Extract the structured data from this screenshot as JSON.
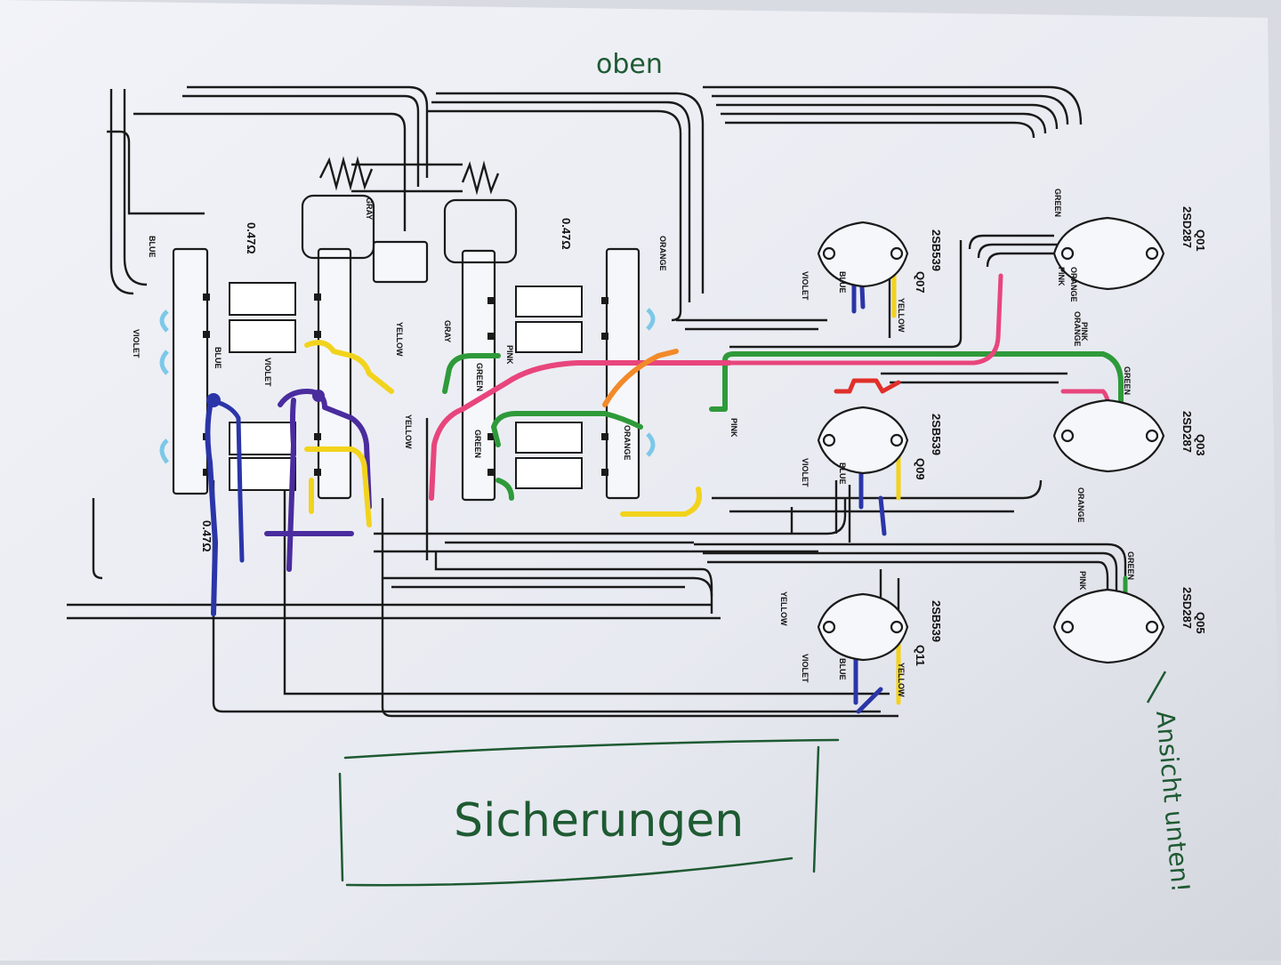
{
  "annotations": {
    "top": "oben",
    "bottom_box": "Sicherungen",
    "side_note": "Ansicht unten!"
  },
  "transistors": [
    {
      "id": "Q01",
      "part": "2SD287"
    },
    {
      "id": "Q03",
      "part": "2SD287"
    },
    {
      "id": "Q05",
      "part": "2SD287"
    },
    {
      "id": "Q07",
      "part": "2SB539"
    },
    {
      "id": "Q09",
      "part": "2SB539"
    },
    {
      "id": "Q11",
      "part": "2SB539"
    }
  ],
  "resistors": [
    "0.47Ω",
    "0.47Ω",
    "0.47Ω"
  ],
  "wire_labels": {
    "blue": "BLUE",
    "violet": "VIOLET",
    "gray": "GRAY",
    "yellow": "YELLOW",
    "green": "GREEN",
    "pink": "PINK",
    "orange": "ORANGE"
  },
  "colors": {
    "paper": "#eef0f6",
    "ink": "#1a1a1a",
    "blue": "#2b35a8",
    "violet": "#4a2c9e",
    "yellow": "#f2d31c",
    "green": "#2e9a3a",
    "pink": "#e8457c",
    "orange": "#f28a2a",
    "red": "#e0302a",
    "cyan": "#7cc8e8",
    "handwriting": "#1e5a32"
  }
}
